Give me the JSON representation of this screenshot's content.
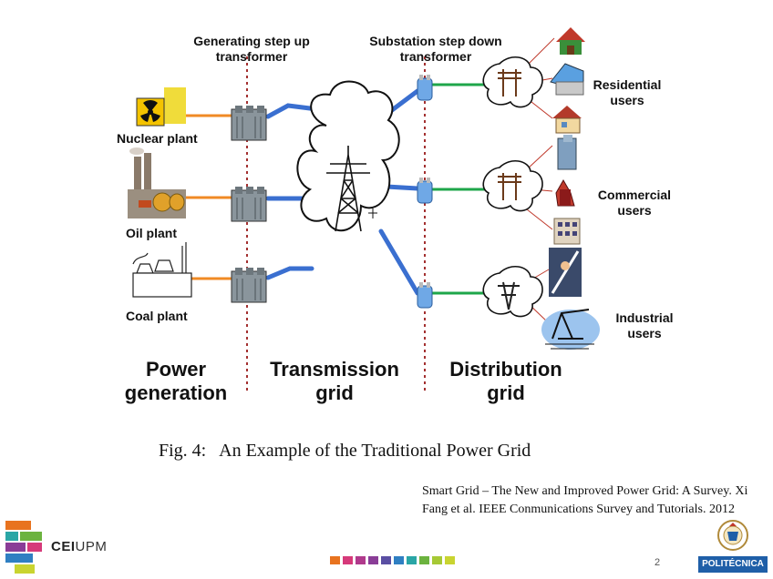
{
  "diagram": {
    "labels": {
      "gen_transformer": [
        "Generating step up",
        "transformer"
      ],
      "sub_transformer": [
        "Substation step down",
        "transformer"
      ],
      "nuclear": "Nuclear plant",
      "oil": "Oil plant",
      "coal": "Coal plant",
      "residential": [
        "Residential",
        "users"
      ],
      "commercial": [
        "Commercial",
        "users"
      ],
      "industrial": [
        "Industrial",
        "users"
      ],
      "power_generation": [
        "Power",
        "generation"
      ],
      "transmission": [
        "Transmission",
        "grid"
      ],
      "distribution": [
        "Distribution",
        "grid"
      ]
    }
  },
  "caption": "Fig. 4:   An Example of the Traditional Power Grid",
  "citation": "Smart Grid – The New and Improved Power Grid: A Survey. Xi Fang et al. IEEE Conmunications Survey and Tutorials. 2012",
  "footer": {
    "page_number": "2",
    "logo_left_bold": "CEI",
    "logo_left_rest": "UPM",
    "logo_right": "POLITÉCNICA",
    "strip_colors": [
      "#e8731f",
      "#d63a7a",
      "#b03a8c",
      "#8a3d97",
      "#5a4fa3",
      "#2f7fc2",
      "#2aa6a6",
      "#6cb33f",
      "#a6c935",
      "#c9d430"
    ]
  },
  "colors": {
    "orange_line": "#f08a24",
    "blue_line": "#3a6fd0",
    "green_line": "#1ea64a",
    "red_line": "#c0392b",
    "divider": "#a33030"
  }
}
